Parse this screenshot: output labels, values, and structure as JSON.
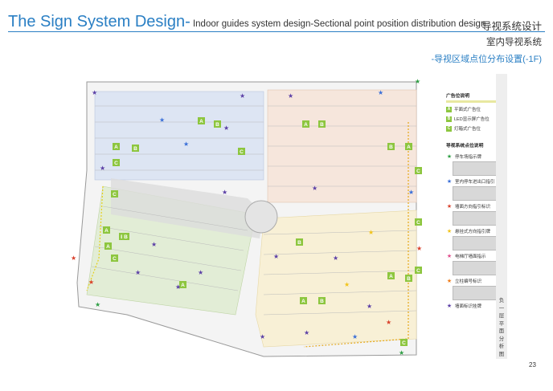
{
  "header": {
    "title_main": "The Sign System Design-",
    "title_sub": " Indoor guides system design-Sectional point position distribution design",
    "title_cn": "导视系统设计",
    "subtitle_cn": "室内导视系统",
    "section_cn": "-导视区域点位分布设置(-1F)"
  },
  "legend": {
    "ad_title": "广告位说明",
    "ad_items": [
      {
        "badge": "A",
        "label": "平面式广告位"
      },
      {
        "badge": "B",
        "label": "LED显示屏广告位"
      },
      {
        "badge": "C",
        "label": "灯箱式广告位"
      }
    ],
    "guide_title": "导视系统点位说明",
    "guide_items": [
      {
        "icon": "star-green-icon",
        "label": "停车场指示牌"
      },
      {
        "icon": "star-blue-icon",
        "label": "室内停车进出口指引"
      },
      {
        "icon": "star-red-icon",
        "label": "墙面方向指引标识"
      },
      {
        "icon": "star-yellow-icon",
        "label": "悬挂式方向指引牌"
      },
      {
        "icon": "star-pink-icon",
        "label": "电梯厅墙面指示"
      },
      {
        "icon": "star-orange-icon",
        "label": "立柱编号标识"
      },
      {
        "icon": "star-purple-icon",
        "label": "墙面标识挂牌"
      }
    ],
    "colors": {
      "badge": "#8dc63f",
      "green": "#2e9e44",
      "blue": "#3a6fd8",
      "red": "#d9412c",
      "yellow": "#f2c41a",
      "pink": "#e04d8c",
      "orange": "#f07d1a",
      "purple": "#5b3fa6"
    }
  },
  "sidebar": {
    "vertical_text": "负一层平面分析图"
  },
  "page": {
    "number": "23"
  },
  "plan": {
    "badges": [
      "A",
      "B",
      "A",
      "B",
      "C",
      "C",
      "A",
      "B",
      "B",
      "A",
      "C",
      "C",
      "C",
      "A",
      "B",
      "A",
      "B",
      "C",
      "C",
      "B",
      "A",
      "B",
      "A",
      "A",
      "B",
      "C"
    ]
  }
}
